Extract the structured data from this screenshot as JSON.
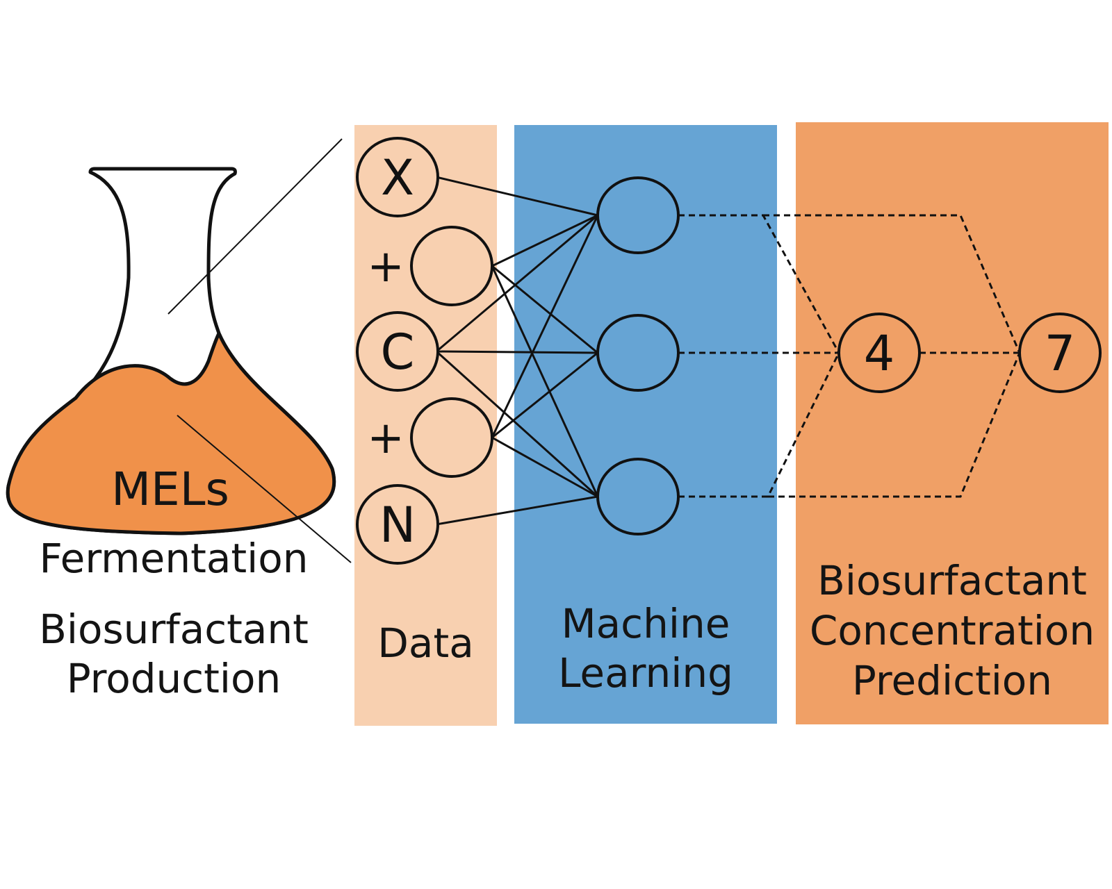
{
  "colors": {
    "data_panel": "#f8d0b0",
    "ml_panel": "#66a4d4",
    "prediction_panel": "#f0a066",
    "broth": "#f0914a",
    "stroke": "#111111"
  },
  "flask": {
    "product_label": "MELs",
    "process_label": "Fermentation",
    "caption_line1": "Biosurfactant",
    "caption_line2": "Production"
  },
  "data_panel": {
    "title": "Data",
    "nodes": [
      {
        "symbol": "X",
        "prefix": ""
      },
      {
        "symbol": "",
        "prefix": "+"
      },
      {
        "symbol": "C",
        "prefix": ""
      },
      {
        "symbol": "",
        "prefix": "+"
      },
      {
        "symbol": "N",
        "prefix": ""
      }
    ]
  },
  "ml_panel": {
    "title_line1": "Machine",
    "title_line2": "Learning",
    "hidden_node_count": 3
  },
  "prediction_panel": {
    "title_line1": "Biosurfactant",
    "title_line2": "Concentration",
    "title_line3": "Prediction",
    "output_nodes": [
      "4",
      "7"
    ]
  }
}
